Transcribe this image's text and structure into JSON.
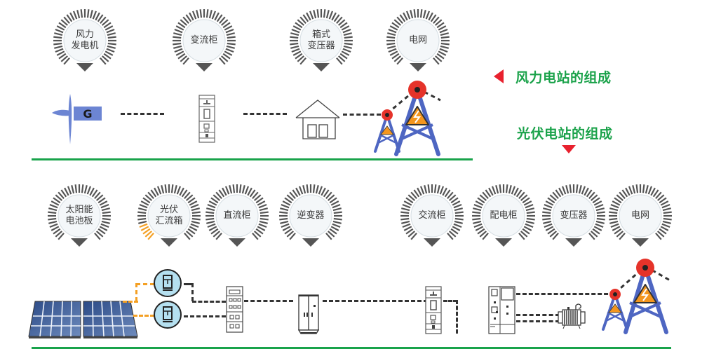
{
  "legend": {
    "wind_title": "风力电站的组成",
    "solar_title": "光伏电站的组成",
    "arrow_color": "#e8212e",
    "title_color": "#1aa24a"
  },
  "wind_station": {
    "nodes": [
      {
        "label": "风力\n发电机",
        "icon": "wind-turbine-icon"
      },
      {
        "label": "变流柜",
        "icon": "converter-cabinet-icon"
      },
      {
        "label": "箱式\n变压器",
        "icon": "box-transformer-icon"
      },
      {
        "label": "电网",
        "icon": "power-tower-icon"
      }
    ],
    "generator_letter": "G"
  },
  "solar_station": {
    "nodes": [
      {
        "label": "太阳能\n电池板",
        "icon": "solar-panel-icon"
      },
      {
        "label": "光伏\n汇流箱",
        "icon": "combiner-box-icon",
        "highlight": true
      },
      {
        "label": "直流柜",
        "icon": "dc-cabinet-icon"
      },
      {
        "label": "逆变器",
        "icon": "inverter-icon"
      },
      {
        "label": "交流柜",
        "icon": "ac-cabinet-icon"
      },
      {
        "label": "配电柜",
        "icon": "distribution-cabinet-icon"
      },
      {
        "label": "变压器",
        "icon": "transformer-icon"
      },
      {
        "label": "电网",
        "icon": "power-tower-icon"
      }
    ]
  }
}
